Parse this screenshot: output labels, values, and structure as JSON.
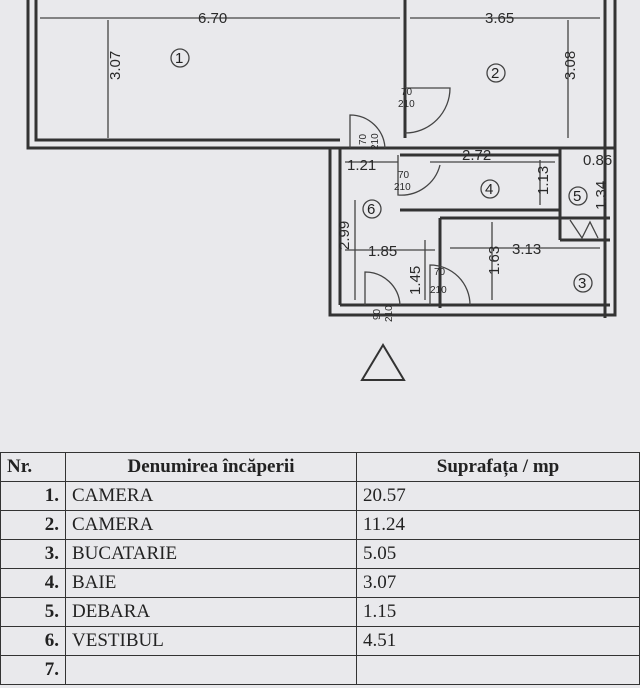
{
  "plan": {
    "rooms": [
      {
        "n": "1"
      },
      {
        "n": "2"
      },
      {
        "n": "3"
      },
      {
        "n": "4"
      },
      {
        "n": "5"
      },
      {
        "n": "6"
      }
    ],
    "dims": {
      "d670": "6.70",
      "d365": "3.65",
      "d307": "3.07",
      "d308": "3.08",
      "d121": "1.21",
      "d272": "2.72",
      "d113": "1.13",
      "d086": "0.86",
      "d134": "1.34",
      "d299": "2.99",
      "d185": "1.85",
      "d163": "1.63",
      "d313": "3.13",
      "d145": "1.45"
    },
    "doors": {
      "a": "70",
      "b": "210"
    },
    "door_left": {
      "a": "70",
      "b": "210"
    },
    "door_entry": {
      "a": "90",
      "b": "210"
    }
  },
  "table": {
    "headers": {
      "nr": "Nr.",
      "name": "Denumirea încăperii",
      "area": "Suprafața / mp"
    },
    "rows": [
      {
        "nr": "1.",
        "name": "CAMERA",
        "area": "20.57"
      },
      {
        "nr": "2.",
        "name": "CAMERA",
        "area": "11.24"
      },
      {
        "nr": "3.",
        "name": "BUCATARIE",
        "area": "5.05"
      },
      {
        "nr": "4.",
        "name": "BAIE",
        "area": "3.07"
      },
      {
        "nr": "5.",
        "name": "DEBARA",
        "area": "1.15"
      },
      {
        "nr": "6.",
        "name": "VESTIBUL",
        "area": "4.51"
      },
      {
        "nr": "7.",
        "name": "",
        "area": ""
      }
    ]
  }
}
